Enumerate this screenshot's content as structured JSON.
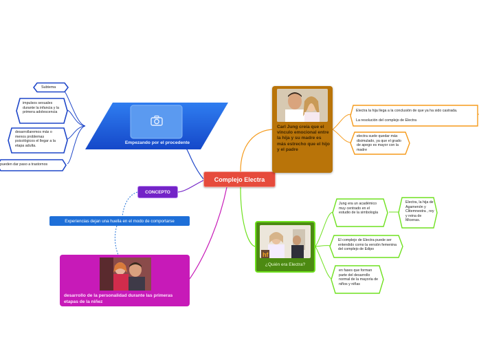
{
  "central": {
    "label": "Complejo Electra"
  },
  "orange_topic": {
    "label": "Carl Jung creía que el vínculo emocional entre la hija y su madre es más estrecho que el hijo y el padre",
    "photo_icon": "photo-father-daughter",
    "subtopics": [
      {
        "line1": "Electra la hija llega a la conclusión de que ya ha sido castrada.",
        "line2": "La resolución del complejo de Electra"
      },
      {
        "text": "electra suele quedar más disimulado, ya que el grado de apego es mayor con la madre"
      }
    ]
  },
  "green_topic": {
    "label": "¿Quién era Electra?",
    "photo_icon": "photo-family-scene",
    "photo_badge": "hf",
    "subtopics": [
      {
        "text": "Jung era un académico muy centrado en el estudio de la simbología"
      },
      {
        "text": "Electra, la hija de Agamenón y Clitemnestra , rey y reina de Micenas."
      },
      {
        "text": "El complejo de Electra puede ser entendido como la versión femenina del complejo de Edipo"
      },
      {
        "text": "en fases que forman parte del desarrollo normal de la mayoría de niños y niñas"
      }
    ]
  },
  "blue_topic": {
    "label": "Empezando por el procedente",
    "icon": "camera-icon",
    "subtopics": [
      {
        "text": "Subtema"
      },
      {
        "text": "impulsos sexuales durante la infancia y la primera adolescencia"
      },
      {
        "text": "desarrollaremos más o menos problemas psicológicos el llegar a la etapa adulta."
      },
      {
        "text": "pueden dar paso a trastornos"
      }
    ]
  },
  "concept": {
    "label": "CONCEPTO"
  },
  "experiencias": {
    "label": "Experiencias dejan una huella en el modo de comportarse"
  },
  "magenta_topic": {
    "label": "desarrollo de la personalidad durante las primeras etapas de la niñez",
    "photo_icon": "photo-father-child"
  },
  "colors": {
    "central": "#e64b3c",
    "orange": "#b97409",
    "orange_line": "#f59a1a",
    "green": "#4c8a12",
    "green_line": "#6fe11f",
    "blue": "#1a5fe0",
    "blue_line": "#1e46c8",
    "purple": "#7323c7",
    "magenta": "#c71ab8"
  }
}
